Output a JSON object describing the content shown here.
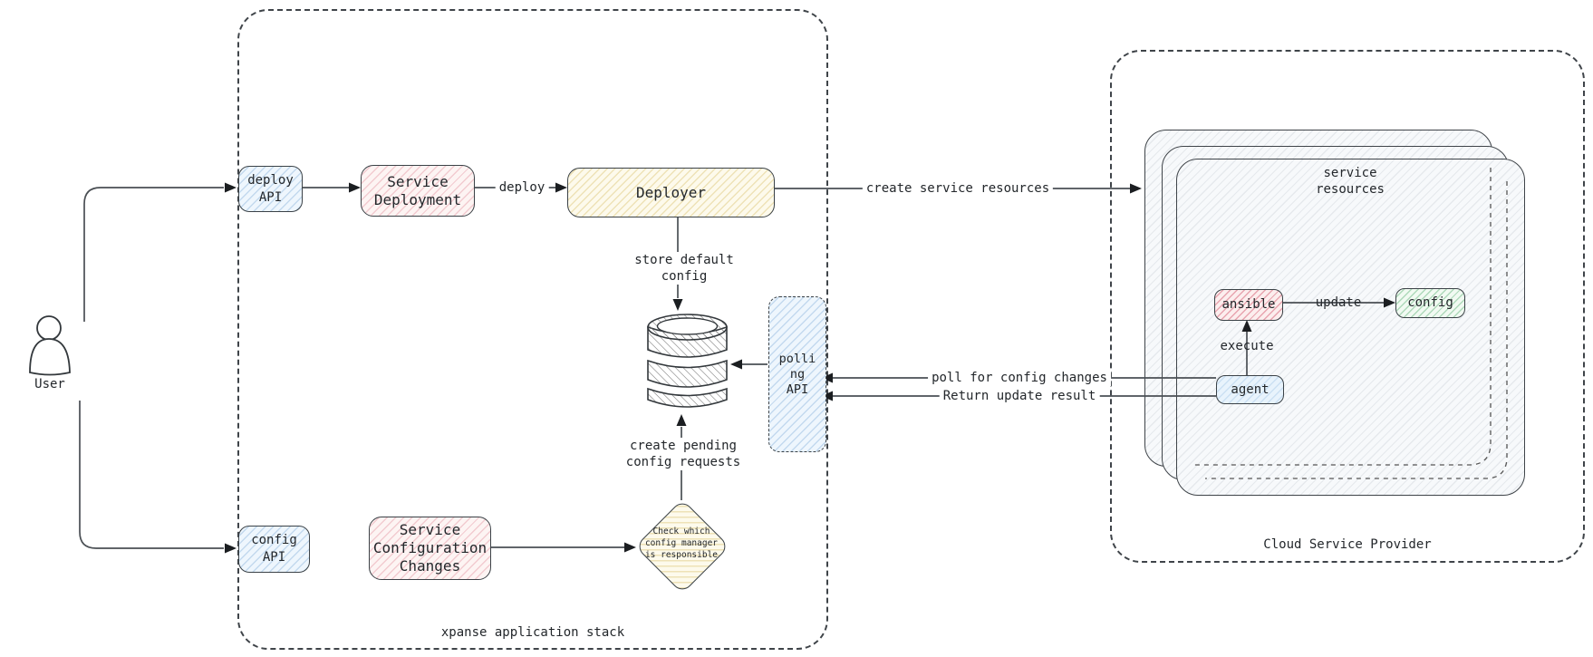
{
  "user": {
    "label": "User",
    "icon": "person-figure"
  },
  "xpanse": {
    "label": "xpanse application stack",
    "nodes": {
      "deploy_api": "deploy\nAPI",
      "service_deployment": "Service\nDeployment",
      "deployer": "Deployer",
      "polling_api": "polli\nng\nAPI",
      "config_api": "config\nAPI",
      "service_configuration_changes": "Service\nConfiguration\nChanges",
      "decision": "Check which\nconfig manager\nis responsible"
    },
    "storage_icon": "database-cylinder"
  },
  "csp": {
    "label": "Cloud Service Provider",
    "service_resources_label": "service\nresources",
    "nodes": {
      "ansible": "ansible",
      "config": "config",
      "agent": "agent"
    }
  },
  "edges": {
    "deploy": "deploy",
    "create_service_resources": "create service resources",
    "store_default_config": "store default\nconfig",
    "create_pending_config_requests": "create pending\nconfig requests",
    "poll_for_config_changes": "poll for config changes",
    "return_update_result": "Return update result",
    "execute": "execute",
    "update": "update"
  },
  "colors": {
    "node_border": "#3b4247",
    "line": "#4a4f54",
    "text": "#23272b",
    "blue_fill": "#eef6fd",
    "pink_fill": "#fdf4f3",
    "yellow_fill": "#fdfaec",
    "green_fill": "#f1faf2",
    "card_fill": "#f7f9fb"
  }
}
